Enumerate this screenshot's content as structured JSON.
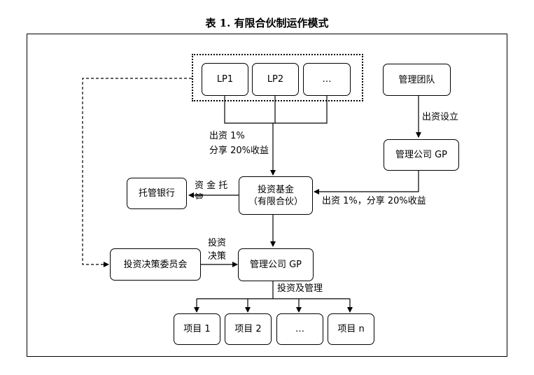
{
  "title": "表 1. 有限合伙制运作模式",
  "nodes": {
    "lp1": "LP1",
    "lp2": "LP2",
    "lp_more": "…",
    "mgmt_team": "管理团队",
    "gp_top": "管理公司 GP",
    "fund_line1": "投资基金",
    "fund_line2": "（有限合伙）",
    "custodian": "托管银行",
    "committee": "投资决策委员会",
    "gp_bottom": "管理公司 GP",
    "project1": "项目 1",
    "project2": "项目 2",
    "project_more": "…",
    "projectn": "项目 n"
  },
  "edges": {
    "lp_contribution_line1": "出资 1%",
    "lp_contribution_line2": "分享 20%收益",
    "team_setup": "出资设立",
    "gp_contribution": "出资 1%，分享 20%收益",
    "custody_line1": "资 金 托",
    "custody_line2": "管",
    "decision_line1": "投资",
    "decision_line2": "决策",
    "invest_manage": "投资及管理"
  }
}
